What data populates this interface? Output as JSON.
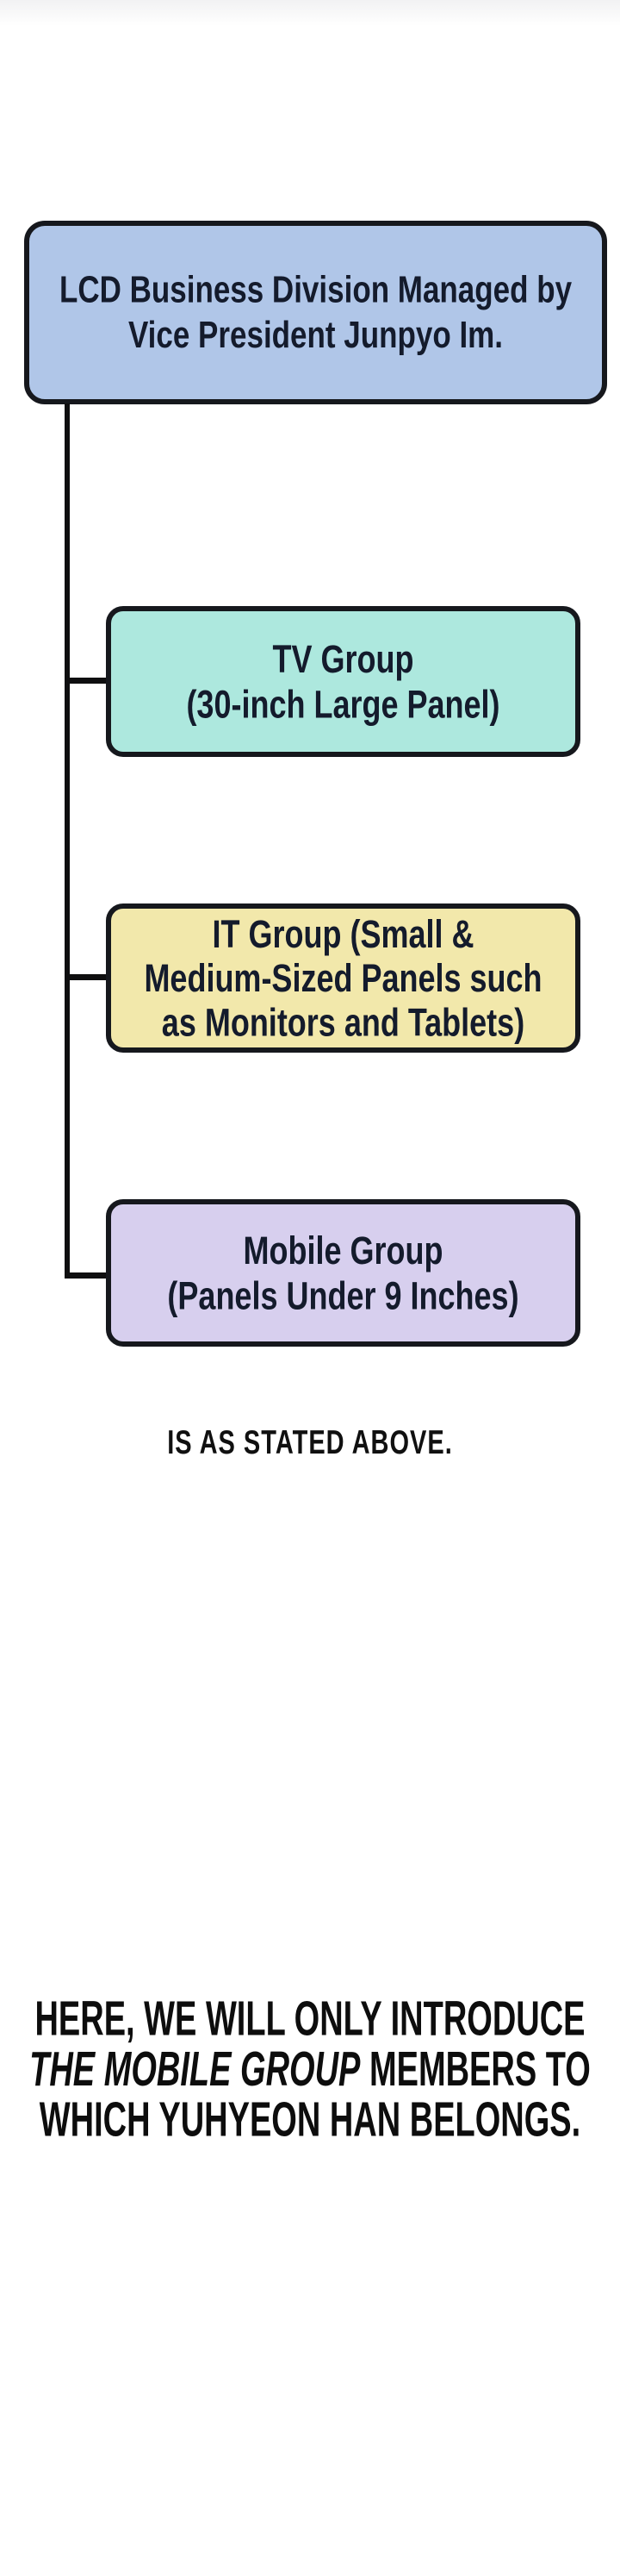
{
  "panel": {
    "background": "#ffffff",
    "top_fade_color": "#f2f2f3"
  },
  "org_chart": {
    "connector_color": "#0f0f10",
    "border_color": "#16181d",
    "text_color": "#141b2c",
    "root": {
      "id": "lcd-business-division",
      "fill": "#b0c6e8",
      "lines": [
        "LCD Business Division Managed by",
        "Vice President Junpyo Im."
      ]
    },
    "children": [
      {
        "id": "tv-group",
        "fill": "#ade8de",
        "lines": [
          "TV Group",
          "(30-inch Large Panel)"
        ]
      },
      {
        "id": "it-group",
        "fill": "#f2e8ab",
        "lines": [
          "IT Group (Small &",
          "Medium-Sized Panels such",
          "as Monitors and Tablets)"
        ]
      },
      {
        "id": "mobile-group",
        "fill": "#d7cfee",
        "lines": [
          "Mobile Group",
          "(Panels Under 9 Inches)"
        ]
      }
    ]
  },
  "caption": {
    "text": "IS AS STATED ABOVE.",
    "color": "#101010"
  },
  "narration": {
    "color": "#0d0d0d",
    "line1": "HERE, WE WILL ONLY INTRODUCE",
    "line2_italic": "THE MOBILE GROUP",
    "line2_rest": " MEMBERS TO",
    "line3": "WHICH YUHYEON HAN BELONGS."
  }
}
